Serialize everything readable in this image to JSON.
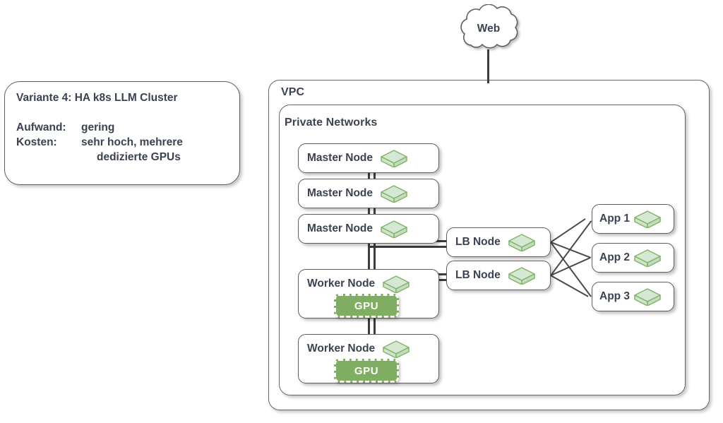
{
  "legend": {
    "title": "Variante 4: HA k8s LLM Cluster",
    "rows": [
      {
        "key": "Aufwand:",
        "value": "gering",
        "continuation": false
      },
      {
        "key": "Kosten:",
        "value": "sehr hoch, mehrere",
        "continuation": false
      },
      {
        "key": "",
        "value": "dedizierte GPUs",
        "continuation": true
      }
    ]
  },
  "cloud": {
    "label": "Web",
    "icon": "cloud-icon"
  },
  "groups": {
    "vpc": {
      "label": "VPC"
    },
    "private_networks": {
      "label": "Private Networks"
    }
  },
  "nodes": {
    "masters": [
      {
        "label": "Master Node",
        "icon": "server-cube-icon"
      },
      {
        "label": "Master Node",
        "icon": "server-cube-icon"
      },
      {
        "label": "Master Node",
        "icon": "server-cube-icon"
      }
    ],
    "workers": [
      {
        "label": "Worker Node",
        "icon": "server-cube-icon",
        "badge": "GPU"
      },
      {
        "label": "Worker Node",
        "icon": "server-cube-icon",
        "badge": "GPU"
      }
    ],
    "load_balancers": [
      {
        "label": "LB Node",
        "icon": "server-cube-icon"
      },
      {
        "label": "LB Node",
        "icon": "server-cube-icon"
      }
    ],
    "apps": [
      {
        "label": "App 1",
        "icon": "server-cube-icon"
      },
      {
        "label": "App 2",
        "icon": "server-cube-icon"
      },
      {
        "label": "App 3",
        "icon": "server-cube-icon"
      }
    ]
  },
  "colors": {
    "cube_fill": "#d5e8d4",
    "cube_stroke": "#82b366",
    "gpu_fill": "#7fae62",
    "box_stroke": "#5e5e5e",
    "text": "#3b4252",
    "edge": "#3d3d3d",
    "background": "#ffffff"
  }
}
